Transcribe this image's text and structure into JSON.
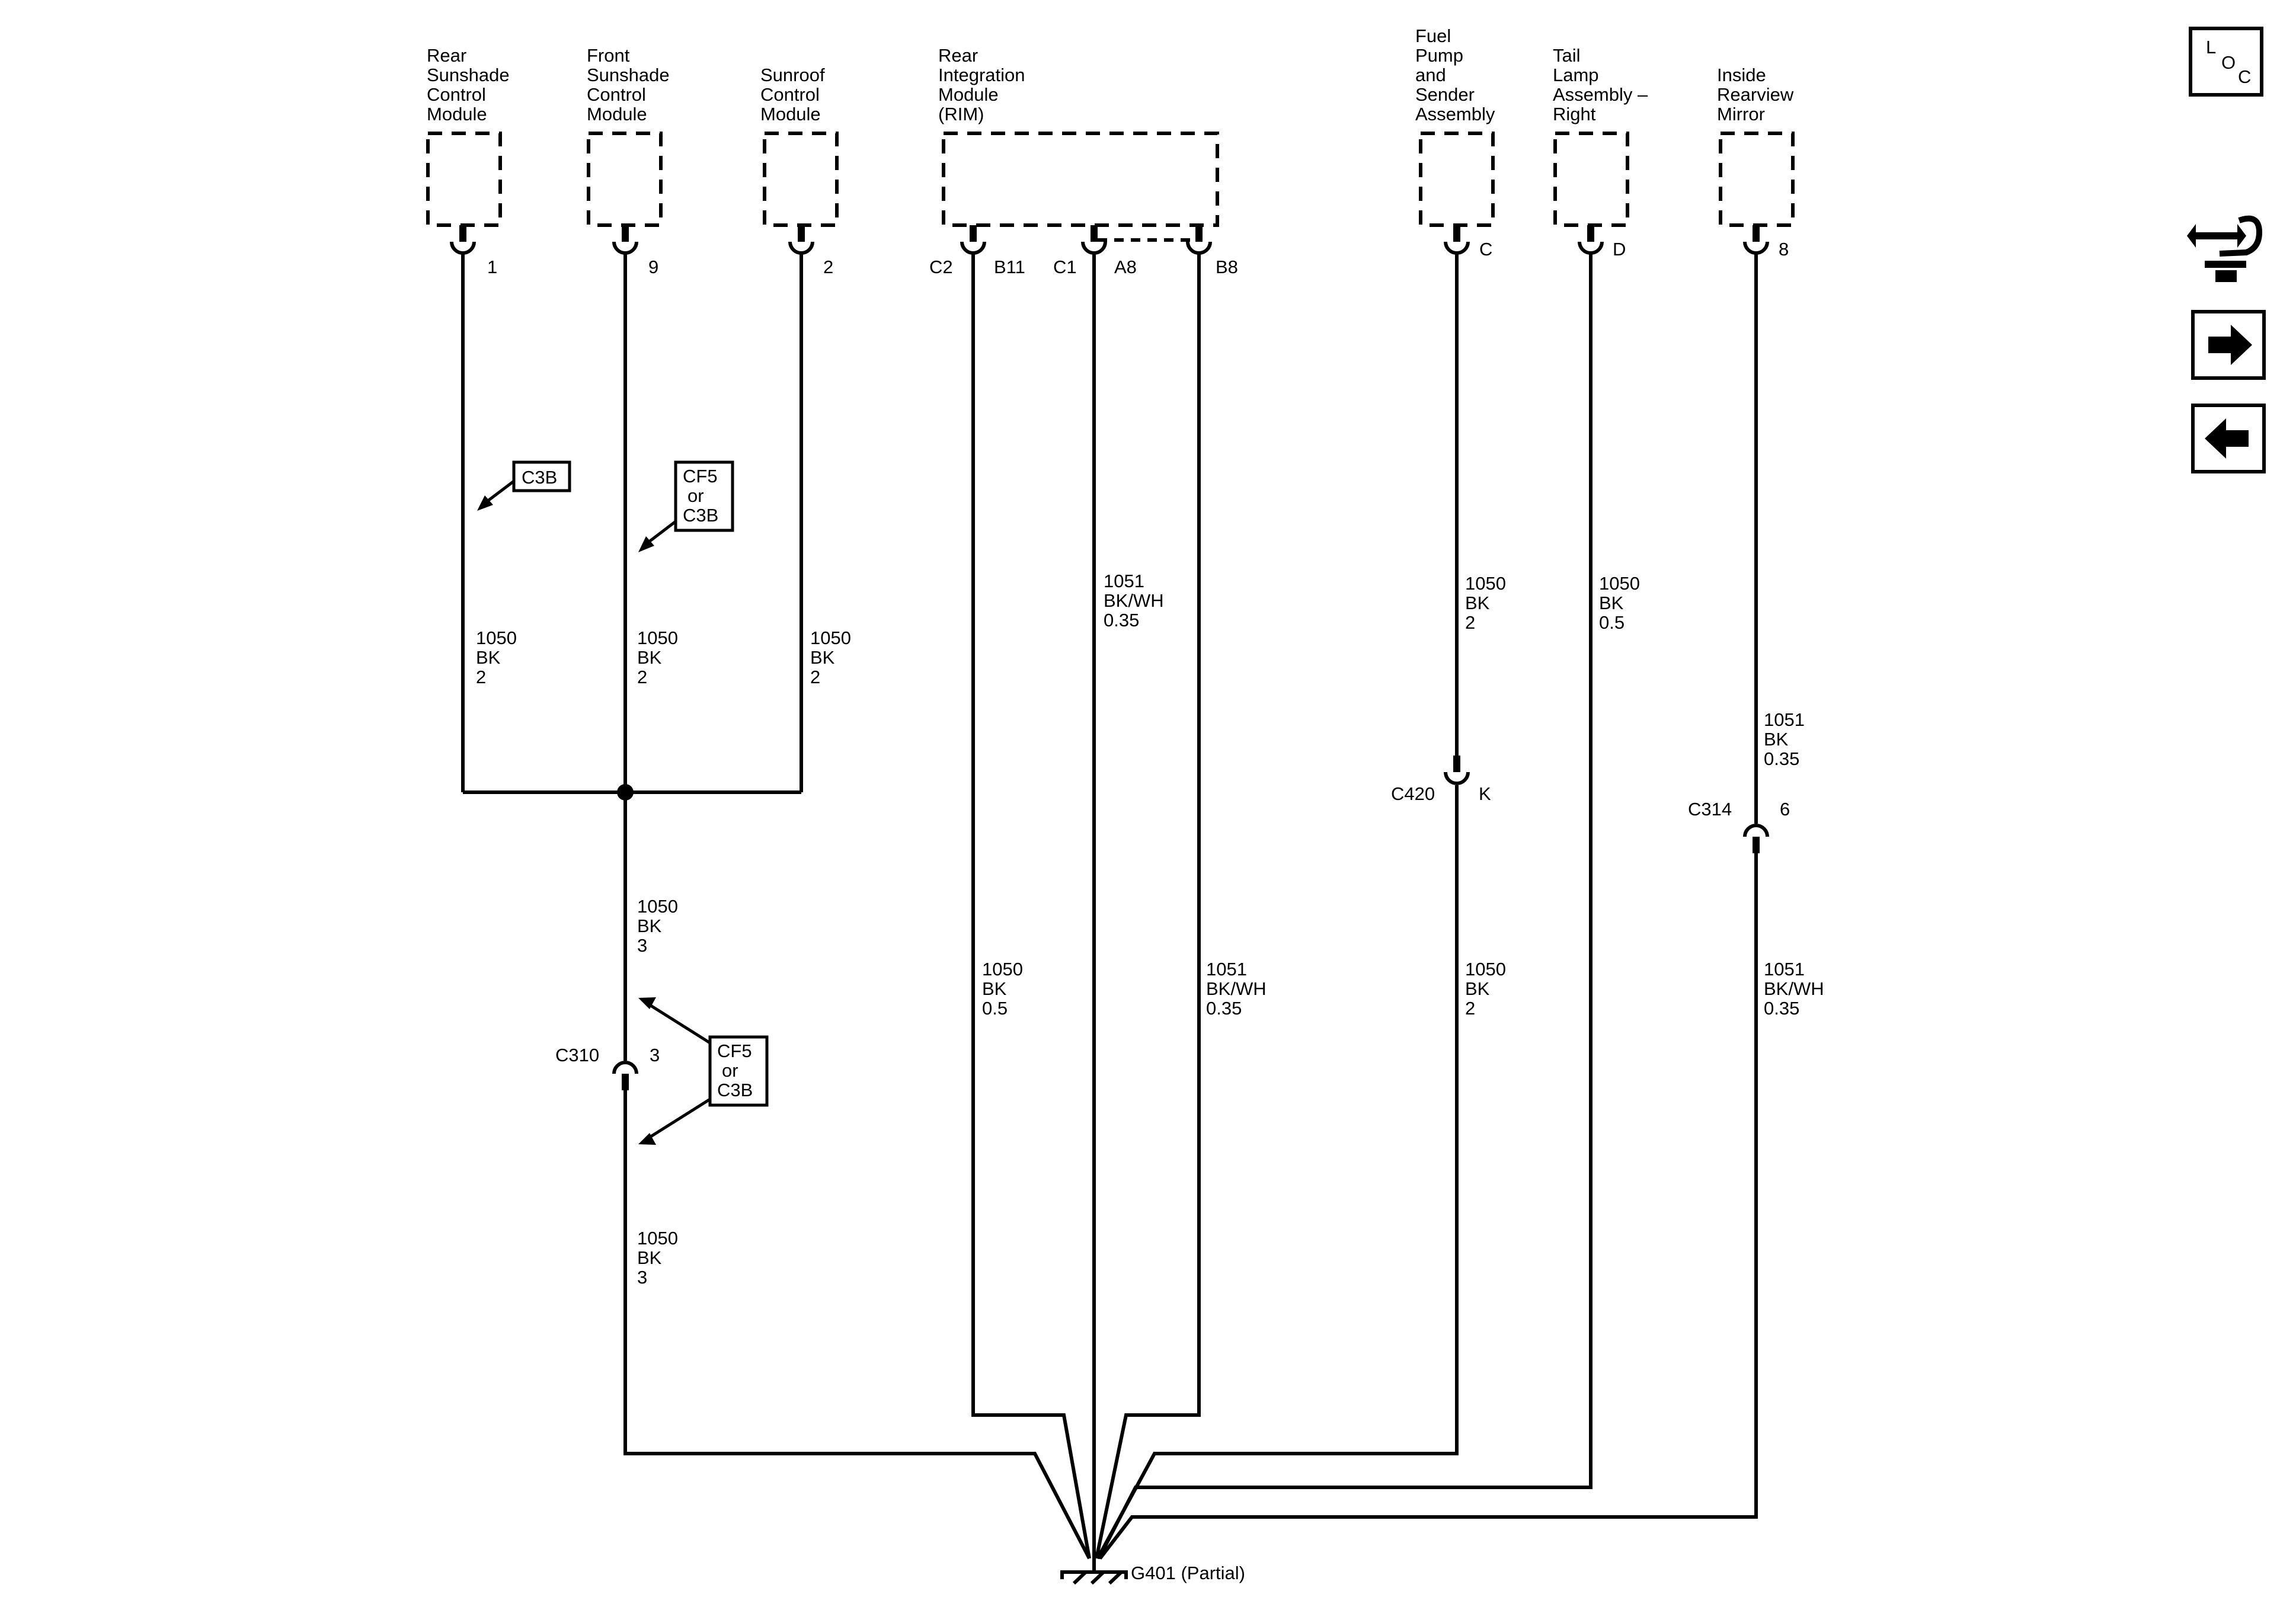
{
  "components": [
    {
      "id": "rear-sunshade",
      "name_lines": [
        "Rear",
        "Sunshade",
        "Control",
        "Module"
      ],
      "pin": "1"
    },
    {
      "id": "front-sunshade",
      "name_lines": [
        "Front",
        "Sunshade",
        "Control",
        "Module"
      ],
      "pin": "9"
    },
    {
      "id": "sunroof",
      "name_lines": [
        "Sunroof",
        "Control",
        "Module"
      ],
      "pin": "2"
    },
    {
      "id": "rim",
      "name_lines": [
        "Rear",
        "Integration",
        "Module",
        "(RIM)"
      ],
      "pins": [
        "C2",
        "B11",
        "C1",
        "A8",
        "B8"
      ]
    },
    {
      "id": "fuel-pump",
      "name_lines": [
        "Fuel",
        "Pump",
        "and",
        "Sender",
        "Assembly"
      ],
      "pin": "C"
    },
    {
      "id": "tail-lamp",
      "name_lines": [
        "Tail",
        "Lamp",
        "Assembly –",
        "Right"
      ],
      "pin": "D"
    },
    {
      "id": "inside-mirror",
      "name_lines": [
        "Inside",
        "Rearview",
        "Mirror"
      ],
      "pin": "8"
    }
  ],
  "wire_labels": {
    "rear_sunshade": [
      "1050",
      "BK",
      "2"
    ],
    "front_sunshade": [
      "1050",
      "BK",
      "2"
    ],
    "sunroof": [
      "1050",
      "BK",
      "2"
    ],
    "splice_to_c310": [
      "1050",
      "BK",
      "3"
    ],
    "c310_to_ground": [
      "1050",
      "BK",
      "3"
    ],
    "rim_b11": [
      "1050",
      "BK",
      "0.5"
    ],
    "rim_a8": [
      "1051",
      "BK/WH",
      "0.35"
    ],
    "rim_b8": [
      "1051",
      "BK/WH",
      "0.35"
    ],
    "fuel_upper": [
      "1050",
      "BK",
      "2"
    ],
    "fuel_lower": [
      "1050",
      "BK",
      "2"
    ],
    "tail_lamp": [
      "1050",
      "BK",
      "0.5"
    ],
    "mirror_upper": [
      "1051",
      "BK",
      "0.35"
    ],
    "mirror_lower": [
      "1051",
      "BK/WH",
      "0.35"
    ]
  },
  "connectors": [
    {
      "id": "C310",
      "label": "C310",
      "pin": "3"
    },
    {
      "id": "C420",
      "label": "C420",
      "pin": "K"
    },
    {
      "id": "C314",
      "label": "C314",
      "pin": "6"
    }
  ],
  "callouts": {
    "c3b": [
      "C3B"
    ],
    "cf5_or_c3b_upper": [
      "CF5",
      "or",
      "C3B"
    ],
    "cf5_or_c3b_lower": [
      "CF5",
      "or",
      "C3B"
    ]
  },
  "ground": {
    "label": "G401 (Partial)"
  },
  "toolbar": {
    "loc_letters": [
      "L",
      "O",
      "C"
    ],
    "icons": [
      "connector-swap-icon",
      "arrow-right-icon",
      "arrow-left-icon"
    ]
  }
}
